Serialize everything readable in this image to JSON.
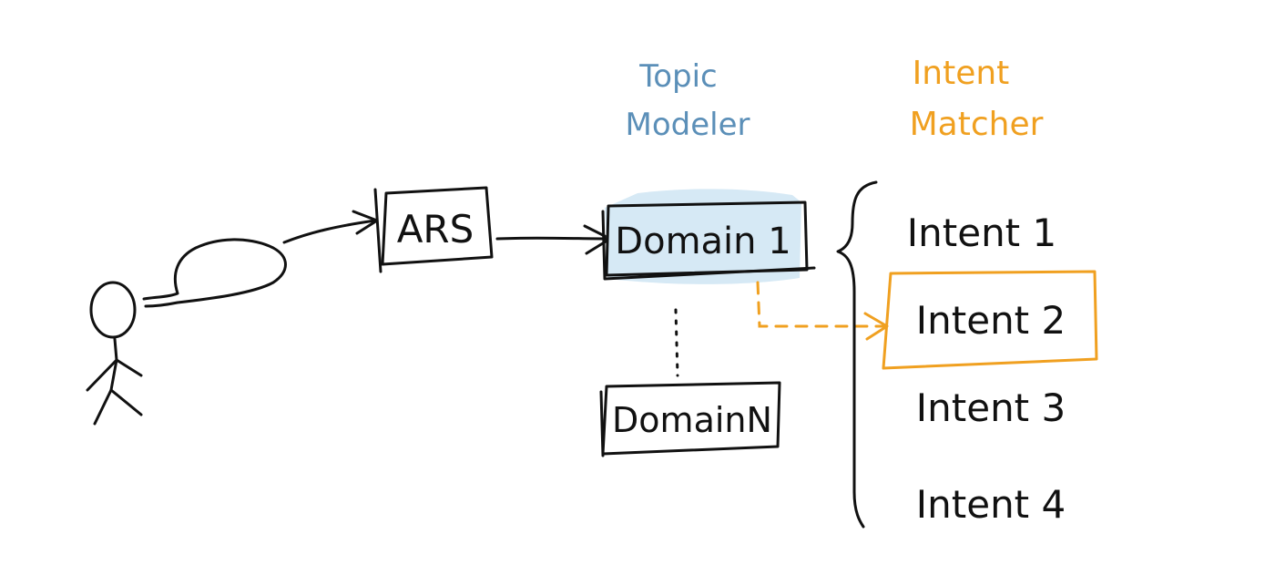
{
  "colors": {
    "ink": "#111111",
    "topic_blue": "#5b8fb8",
    "domain_fill": "#d6e9f5",
    "intent_orange": "#f0a020"
  },
  "headers": {
    "topic_line1": "Topic",
    "topic_line2": "Modeler",
    "intent_line1": "Intent",
    "intent_line2": "Matcher"
  },
  "nodes": {
    "asr_label": "ARS",
    "domain_first": "Domain 1",
    "domain_last": "DomainN"
  },
  "intents": [
    {
      "label": "Intent 1",
      "highlighted": false
    },
    {
      "label": "Intent 2",
      "highlighted": true
    },
    {
      "label": "Intent 3",
      "highlighted": false
    },
    {
      "label": "Intent 4",
      "highlighted": false
    }
  ]
}
